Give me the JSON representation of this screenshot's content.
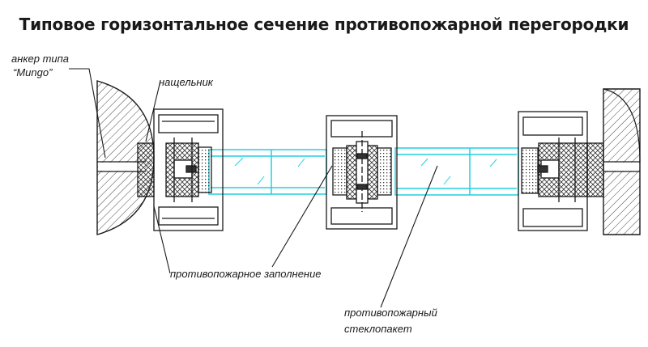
{
  "title": "Типовое горизонтальное сечение противопожарной перегородки",
  "labels": {
    "anchor_line1": "анкер типа",
    "anchor_line2": "“Mungo”",
    "casing": "нащельник",
    "fire_filling": "противопожарное заполнение",
    "glass_line1": "противопожарный",
    "glass_line2": "стеклопакет"
  },
  "colors": {
    "line": "#1a1a1a",
    "glass": "#21d0e0",
    "hatch": "#333333"
  }
}
